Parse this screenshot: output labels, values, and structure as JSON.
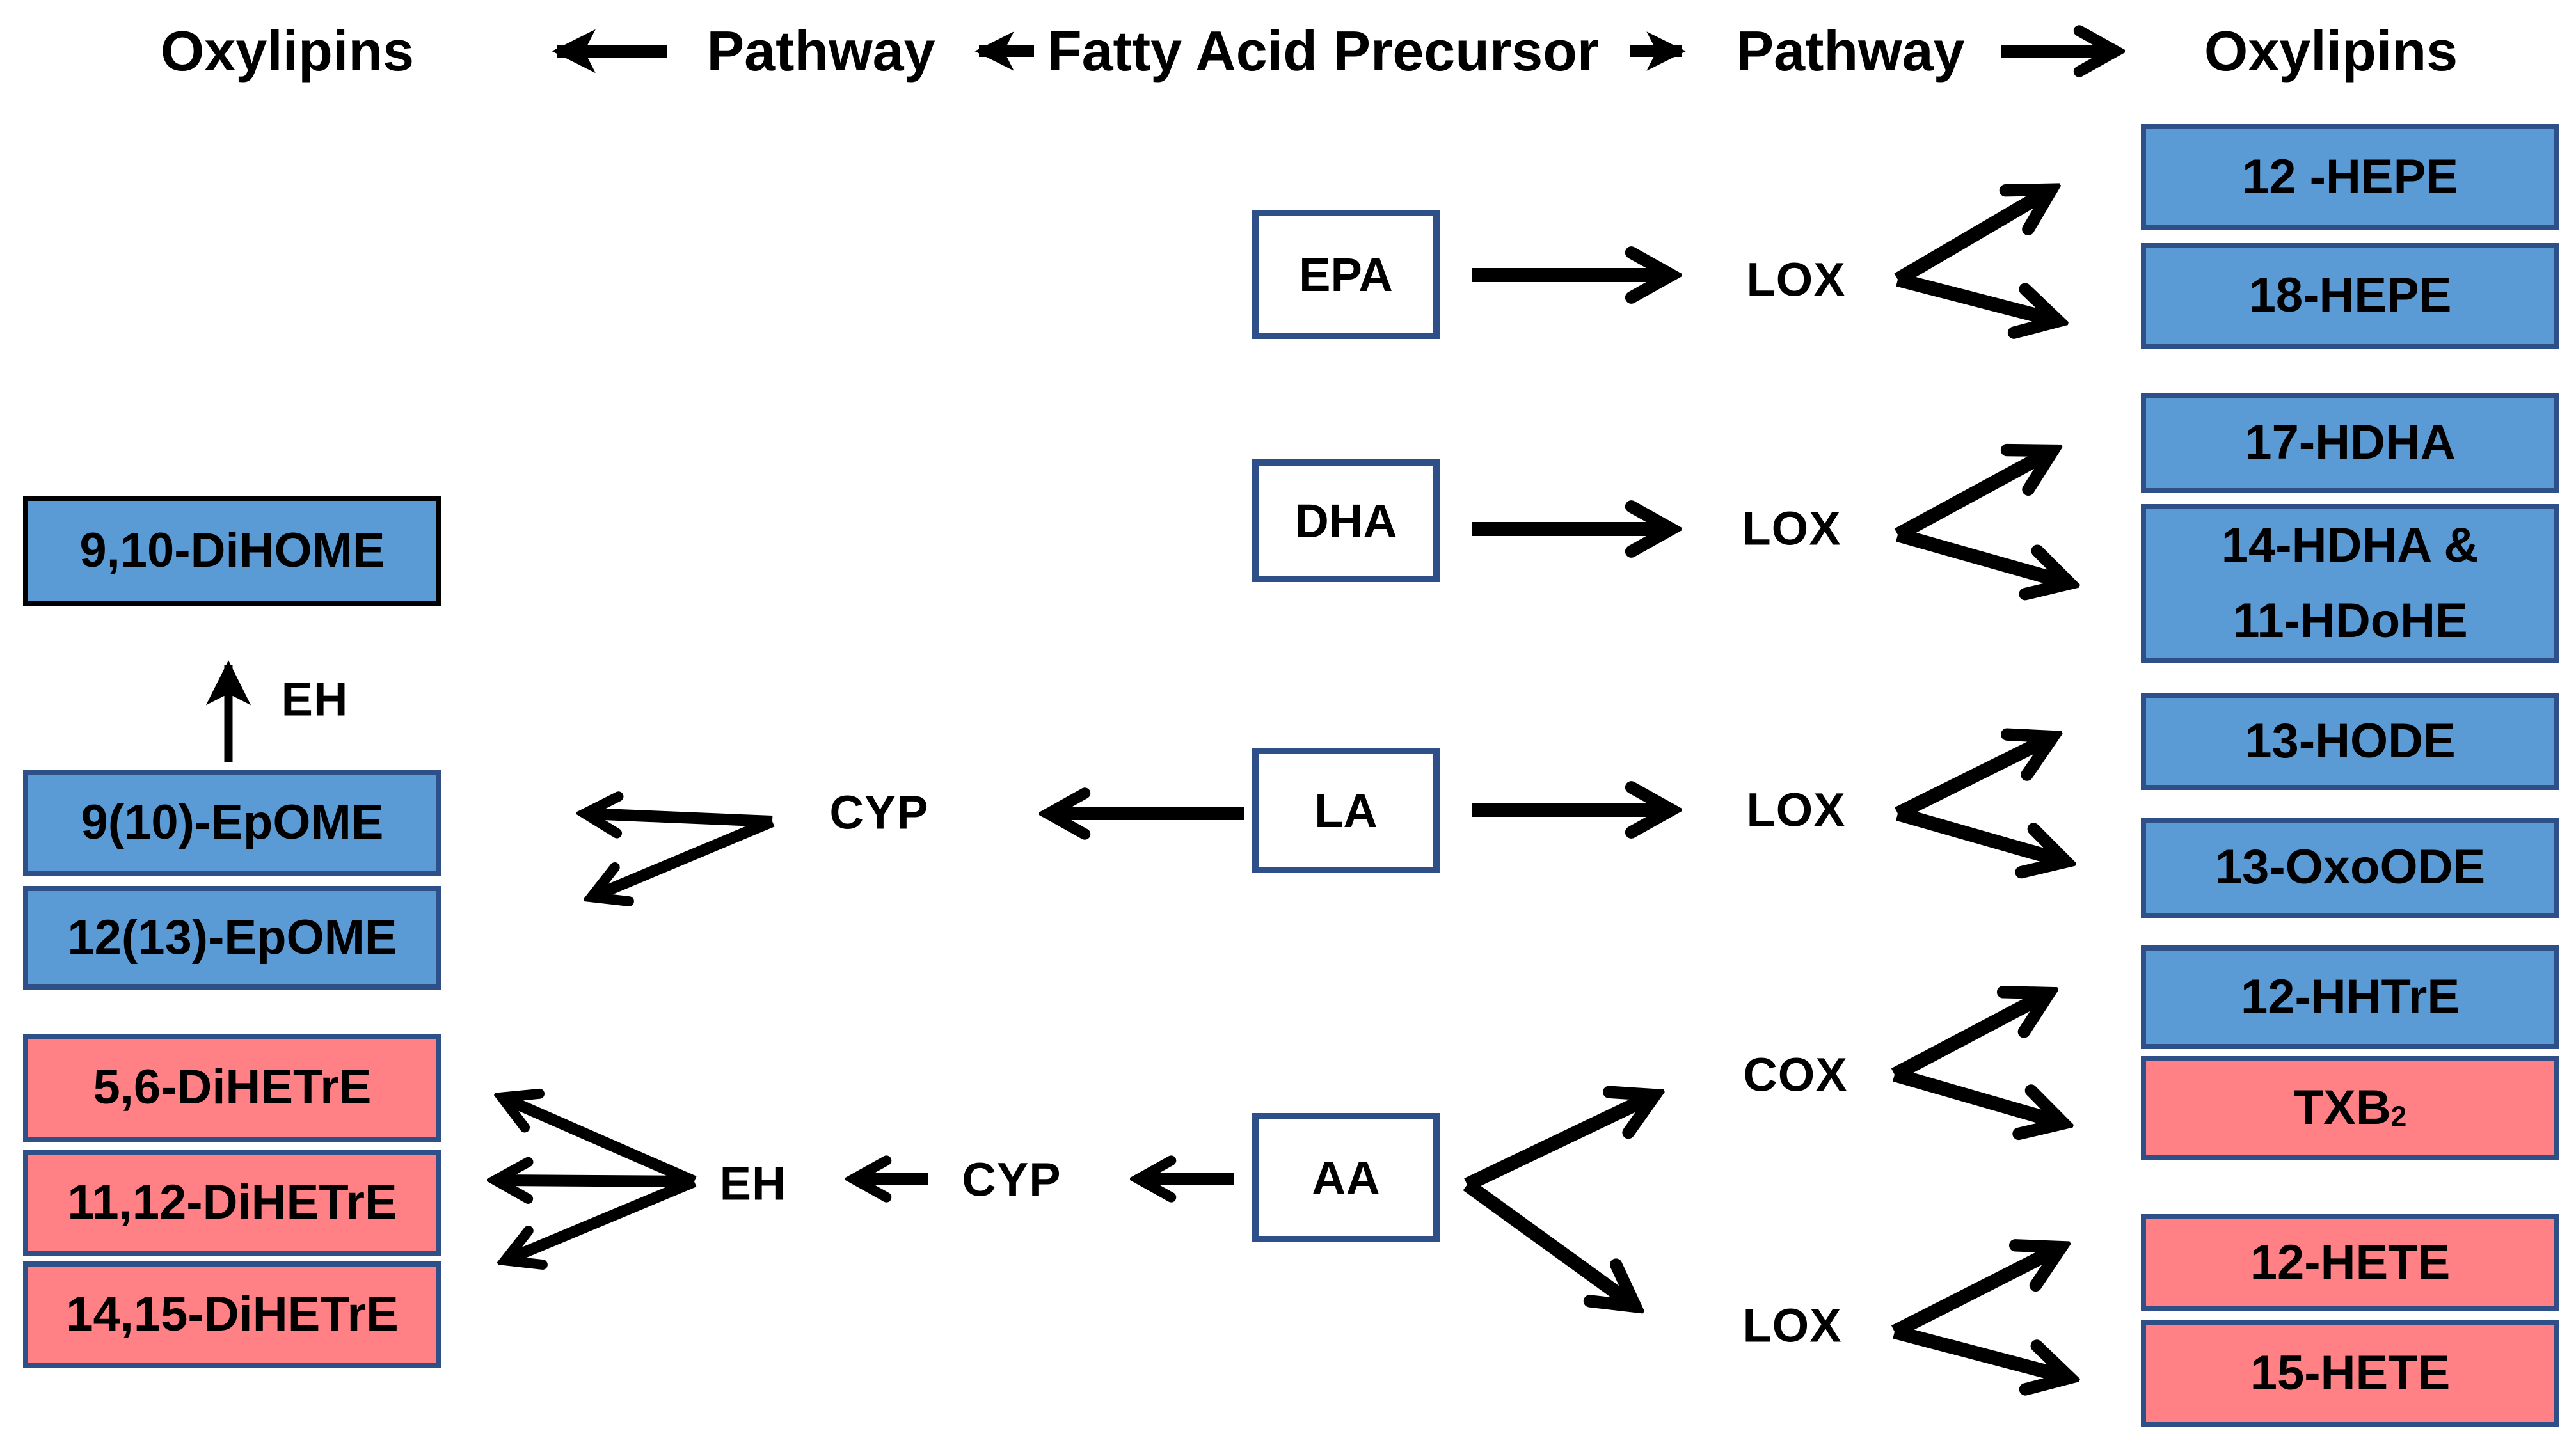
{
  "header": {
    "oxylipins_left": "Oxylipins",
    "pathway_left": "Pathway",
    "precursor": "Fatty Acid Precursor",
    "pathway_right": "Pathway",
    "oxylipins_right": "Oxylipins"
  },
  "precursors": {
    "epa": {
      "label": "EPA"
    },
    "dha": {
      "label": "DHA"
    },
    "la": {
      "label": "LA"
    },
    "aa": {
      "label": "AA"
    }
  },
  "enzymes": {
    "lox_epa": {
      "label": "LOX"
    },
    "lox_dha": {
      "label": "LOX"
    },
    "lox_la": {
      "label": "LOX"
    },
    "cox_aa": {
      "label": "COX"
    },
    "lox_aa": {
      "label": "LOX"
    },
    "cyp_la": {
      "label": "CYP"
    },
    "cyp_aa": {
      "label": "CYP"
    },
    "eh_la": {
      "label": "EH"
    },
    "eh_aa": {
      "label": "EH"
    }
  },
  "left_boxes": {
    "dihome_910": {
      "label": "9,10-DiHOME",
      "color": "blue"
    },
    "epome_910": {
      "label": "9(10)-EpOME",
      "color": "blue"
    },
    "epome_1213": {
      "label": "12(13)-EpOME",
      "color": "blue"
    },
    "dihetre_56": {
      "label": "5,6-DiHETrE",
      "color": "red"
    },
    "dihetre_1112": {
      "label": "11,12-DiHETrE",
      "color": "red"
    },
    "dihetre_1415": {
      "label": "14,15-DiHETrE",
      "color": "red"
    }
  },
  "right_boxes": {
    "hepe_12": {
      "label": "12 -HEPE",
      "color": "blue"
    },
    "hepe_18": {
      "label": "18-HEPE",
      "color": "blue"
    },
    "hdha_17": {
      "label": "17-HDHA",
      "color": "blue"
    },
    "hdha_14": {
      "line1": "14-HDHA &",
      "line2": "11-HDoHE",
      "color": "blue"
    },
    "hode_13": {
      "label": "13-HODE",
      "color": "blue"
    },
    "oxoode_13": {
      "label": "13-OxoODE",
      "color": "blue"
    },
    "hhtre_12": {
      "label": "12-HHTrE",
      "color": "blue"
    },
    "txb_2": {
      "main": "TXB",
      "sub": "2",
      "color": "red"
    },
    "hete_12": {
      "label": "12-HETE",
      "color": "red"
    },
    "hete_15": {
      "label": "15-HETE",
      "color": "red"
    }
  },
  "colors": {
    "blue_fill": "#5B9BD5",
    "red_fill": "#FF8085",
    "box_border": "#2E4F87",
    "dihome_border": "#000000",
    "precursor_fill": "#FFFFFF",
    "arrow": "#000000",
    "text": "#000000"
  }
}
